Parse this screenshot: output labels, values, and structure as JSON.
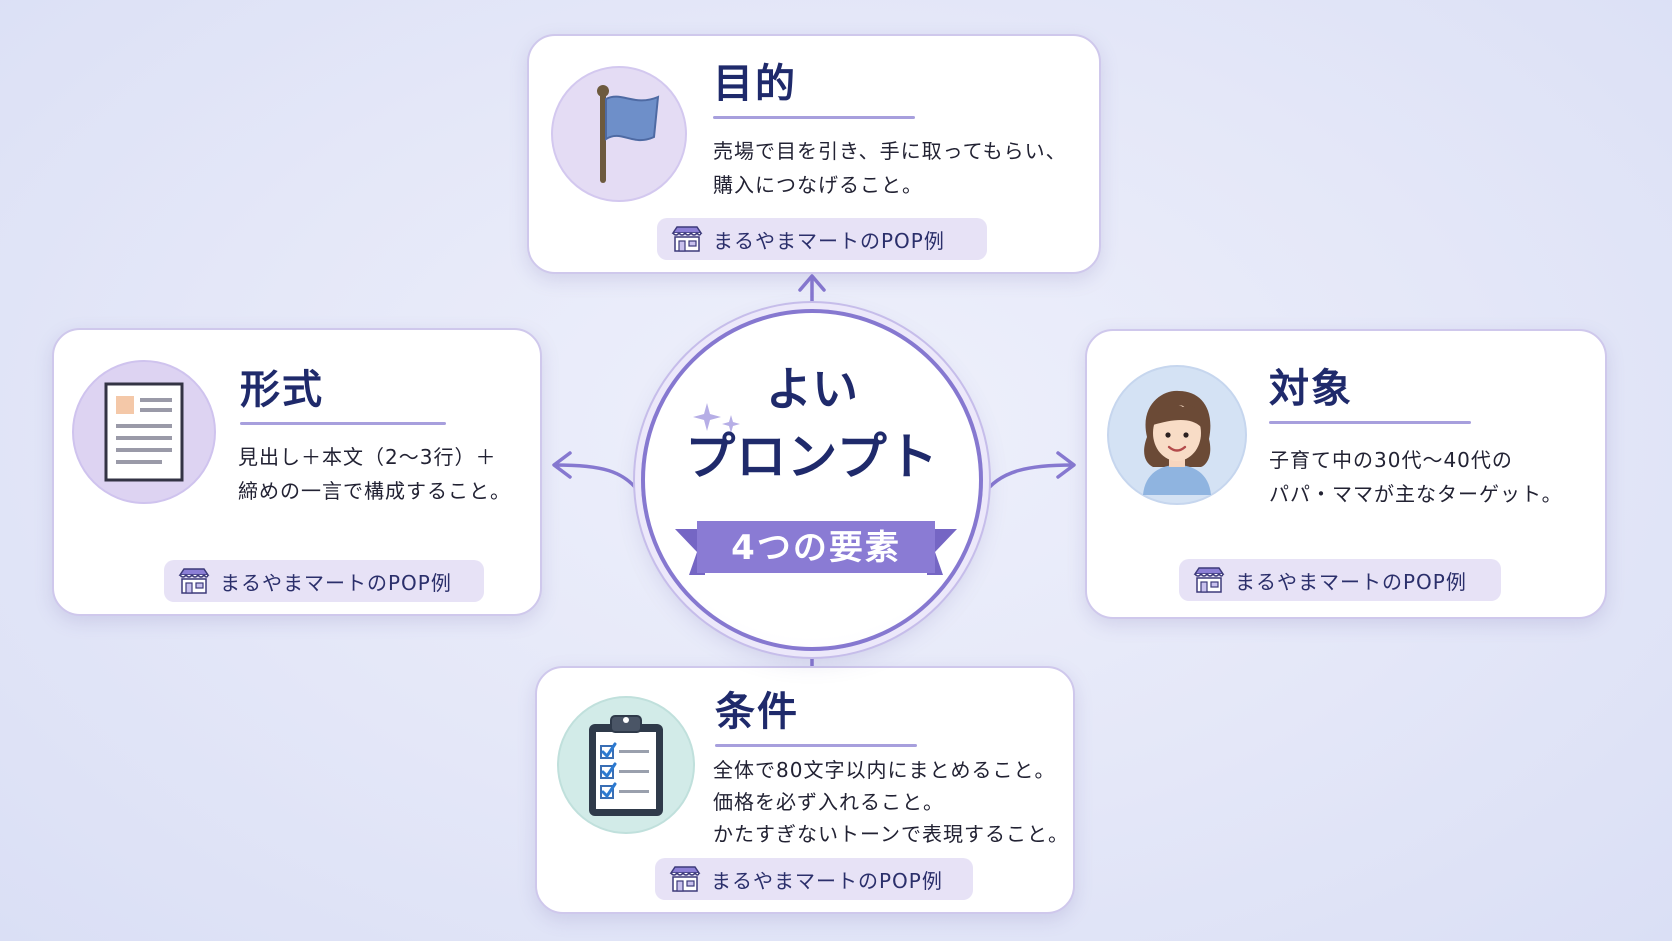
{
  "hub": {
    "title_line1": "よい",
    "title_line2": "プロンプト",
    "ribbon": "4つの要素"
  },
  "cards": {
    "purpose": {
      "title": "目的",
      "lines": [
        "売場で目を引き、手に取ってもらい、",
        "購入につなげること。"
      ],
      "pill": "まるやまマートのPOP例",
      "icon": "flag-icon"
    },
    "format": {
      "title": "形式",
      "lines": [
        "見出し＋本文（2〜3行）＋",
        "締めの一言で構成すること。"
      ],
      "pill": "まるやまマートのPOP例",
      "icon": "document-icon"
    },
    "target": {
      "title": "対象",
      "lines": [
        "子育て中の30代〜40代の",
        "パパ・ママが主なターゲット。"
      ],
      "pill": "まるやまマートのPOP例",
      "icon": "person-avatar-icon"
    },
    "conditions": {
      "title": "条件",
      "lines": [
        "全体で80文字以内にまとめること。",
        "価格を必ず入れること。",
        "かたすぎないトーンで表現すること。"
      ],
      "pill": "まるやまマートのPOP例",
      "icon": "clipboard-checklist-icon"
    }
  },
  "colors": {
    "accent": "#8678d0",
    "title": "#1f2a6b",
    "pill_bg": "#e7e2f6",
    "ribbon": "#8a7bd4"
  }
}
